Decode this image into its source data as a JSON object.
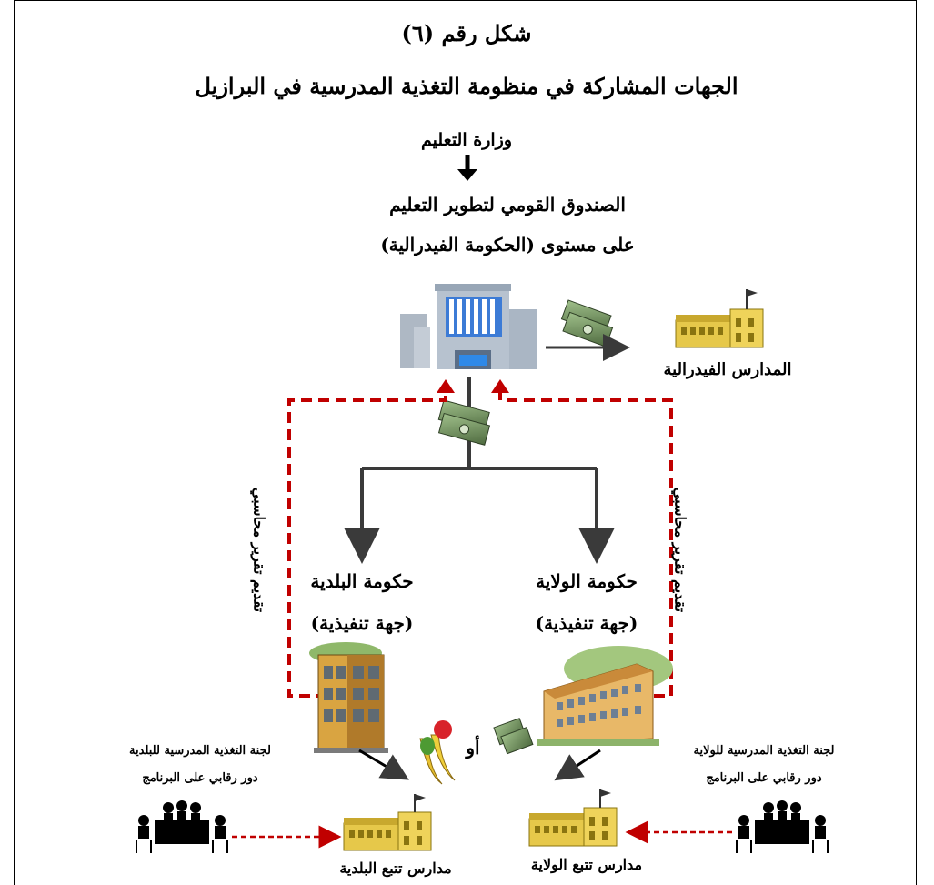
{
  "figure": {
    "label": "شكل رقم (٦)",
    "title": "الجهات المشاركة في منظومة التغذية المدرسية في البرازيل"
  },
  "nodes": {
    "ministry": "وزارة التعليم",
    "fund_line1": "الصندوق القومي لتطوير التعليم",
    "fund_line2": "على مستوى (الحكومة الفيدرالية)",
    "federal_schools": "المدارس الفيدرالية",
    "municipal_gov": "حكومة البلدية",
    "municipal_exec": "(جهة تنفيذية)",
    "state_gov": "حكومة الولاية",
    "state_exec": "(جهة تنفيذية)",
    "or": "أو",
    "municipal_committee_line1": "لجنة التغذية المدرسية للبلدية",
    "municipal_committee_line2": "دور رقابي على البرنامج",
    "state_committee_line1": "لجنة التغذية المدرسية للولاية",
    "state_committee_line2": "دور رقابي على البرنامج",
    "municipal_schools": "مدارس تتبع البلدية",
    "state_schools": "مدارس تتبع الولاية"
  },
  "edges": {
    "report_left": "تقديم تقرير محاسبي",
    "report_right": "تقديم تقرير محاسبي"
  },
  "colors": {
    "flow_arrow": "#3a3a3a",
    "report_arrow": "#c00000",
    "money": "#6b8f5a",
    "school": "#e6c84a",
    "building": "#8aa0b8"
  },
  "icons": [
    "money-icon",
    "school-icon",
    "office-building-icon",
    "apartment-building-icon",
    "campus-building-icon",
    "food-icon",
    "meeting-people-icon"
  ]
}
